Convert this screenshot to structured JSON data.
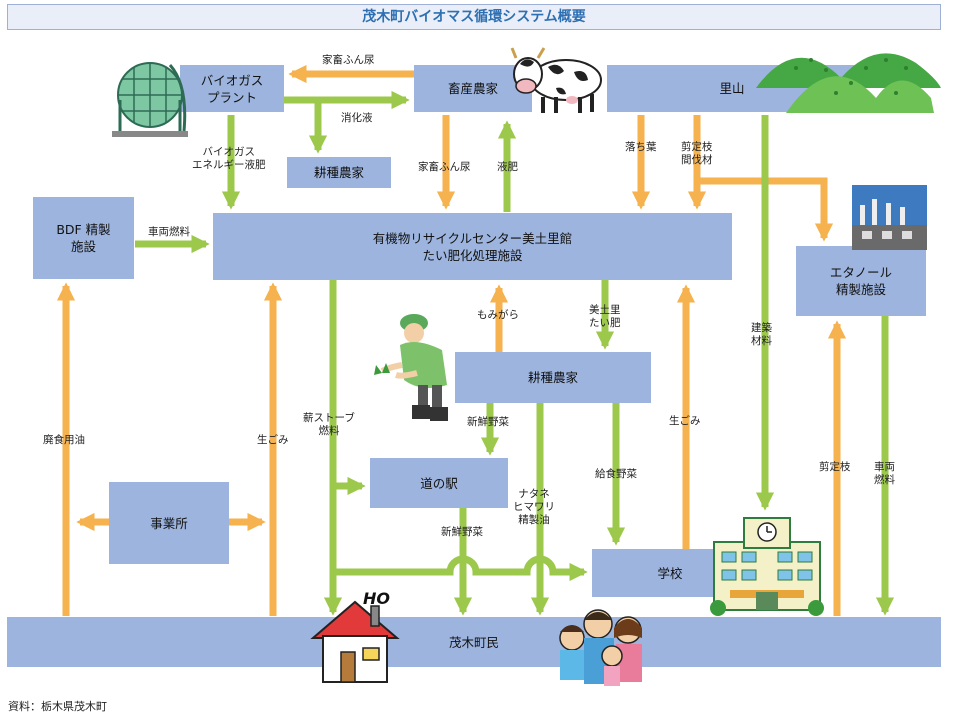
{
  "title": "茂木町バイオマス循環システム概要",
  "boxes": {
    "biogas": "バイオガス\nプラント",
    "livestock": "畜産農家",
    "satoyama": "里山",
    "crop_top": "耕種農家",
    "bdf": "BDF 精製\n施設",
    "center": "有機物リサイクルセンター美土里館\nたい肥化処理施設",
    "ethanol": "エタノール\n精製施設",
    "crop_mid": "耕種農家",
    "station": "道の駅",
    "office": "事業所",
    "school": "学校",
    "residents": "茂木町民"
  },
  "labels": {
    "manure_top": "家畜ふん尿",
    "digest": "消化液",
    "biogas_energy": "バイオガス\nエネルギー液肥",
    "manure_down": "家畜ふん尿",
    "liquid_fert": "液肥",
    "leaves": "落ち葉",
    "pruned": "剪定枝\n間伐材",
    "vehicle_fuel": "車両燃料",
    "momigara": "もみがら",
    "midori_compost": "美土里\nたい肥",
    "building": "建築\n材料",
    "waste_oil": "廃食用油",
    "garbage_left": "生ごみ",
    "stove_fuel": "薪ストーブ\n燃料",
    "fresh_veg1": "新鮮野菜",
    "oils": "ナタネ\nヒマワリ\n精製油",
    "school_veg": "給食野菜",
    "garbage_right": "生ごみ",
    "fresh_veg2": "新鮮野菜",
    "pruned2": "剪定枝",
    "vehicle_fuel2": "車両\n燃料",
    "house_text": "HO"
  },
  "source": "資料：栃木県茂木町",
  "colors": {
    "box": "#9db4de",
    "green_arrow": "#9cc84b",
    "orange_arrow": "#f5b24e",
    "title_text": "#2d6fb3"
  }
}
